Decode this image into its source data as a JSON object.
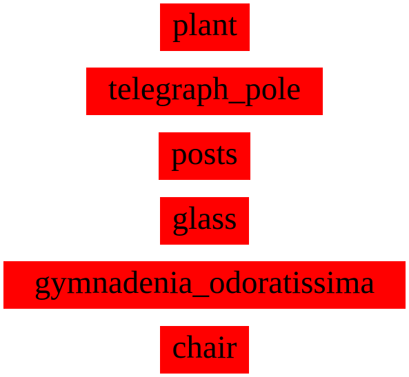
{
  "labels": [
    "plant",
    "telegraph_pole",
    "posts",
    "glass",
    "gymnadenia_odoratissima",
    "chair"
  ],
  "colors": {
    "box_background": "#ff0000",
    "text": "#000000",
    "page_background": "#ffffff"
  }
}
